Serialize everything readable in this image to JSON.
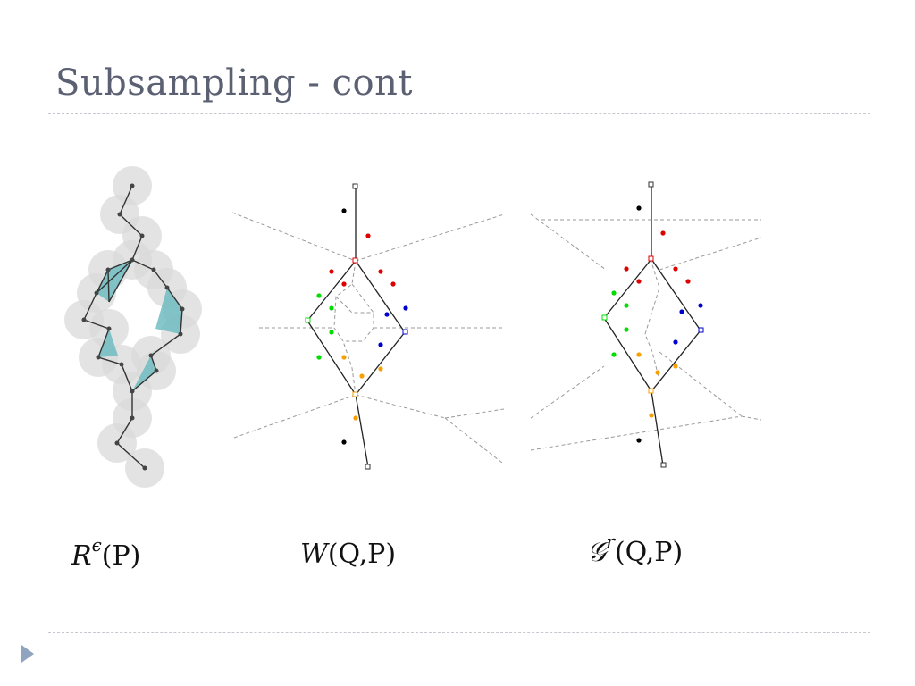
{
  "slide": {
    "title": "Subsampling - cont"
  },
  "captions": {
    "rips": {
      "base": "R",
      "sup": "ϵ",
      "args": "(P)"
    },
    "witness": {
      "base": "W",
      "sup": "",
      "args": "(Q,P)"
    },
    "graph": {
      "base": "𝒢",
      "sup": "r",
      "args": "(Q,P)"
    }
  },
  "colors": {
    "title": "#5b6173",
    "ball": "#d9d9d9",
    "triangle": "#6fbcc0",
    "edge": "#333333",
    "red": "#e00000",
    "green": "#00dd00",
    "blue": "#0000cc",
    "orange": "#f5a000",
    "black": "#000000",
    "dashed": "#999999"
  },
  "navigation": {
    "icon": "next-slide-triangle-icon"
  }
}
